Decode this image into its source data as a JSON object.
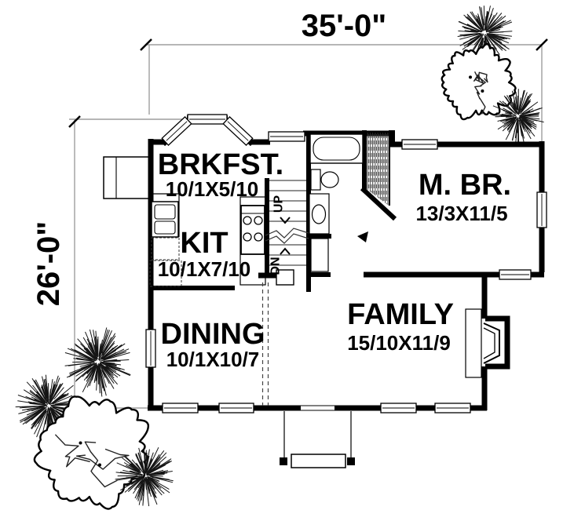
{
  "plan": {
    "type": "house-first-floor-plan",
    "overall_width_label": "35'-0\"",
    "overall_depth_label": "26'-0\"",
    "rooms": {
      "brkfst": {
        "name": "BRKFST.",
        "size": "10/1X5/10"
      },
      "kit": {
        "name": "KIT",
        "size": "10/1X7/10"
      },
      "dining": {
        "name": "DINING",
        "size": "10/1X10/7"
      },
      "family": {
        "name": "FAMILY",
        "size": "15/10X11/9"
      },
      "mbr": {
        "name": "M. BR.",
        "size": "13/3X11/5"
      }
    },
    "stairs": {
      "up": "UP",
      "dn": "DN"
    },
    "colors": {
      "wall": "#000000",
      "dimension_line": "#9e9e9e",
      "background": "#ffffff"
    }
  }
}
